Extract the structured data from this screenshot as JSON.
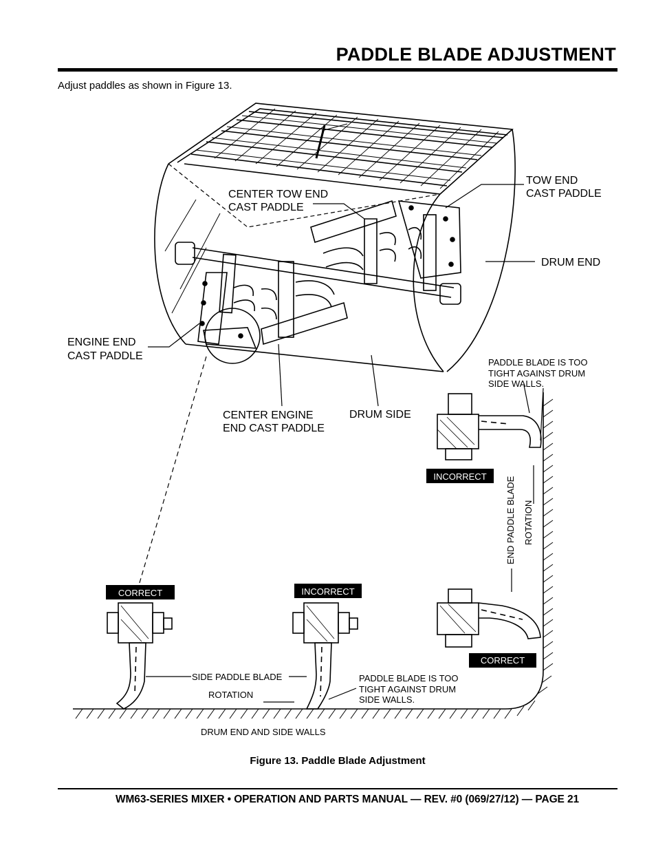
{
  "header": {
    "title": "PADDLE BLADE ADJUSTMENT"
  },
  "intro": "Adjust paddles as shown in Figure 13.",
  "figure": {
    "labels": {
      "center_tow_end_line1": "CENTER TOW END",
      "center_tow_end_line2": "CAST PADDLE",
      "tow_end_line1": "TOW END",
      "tow_end_line2": "CAST PADDLE",
      "drum_end": "DRUM END",
      "engine_end_line1": "ENGINE END",
      "engine_end_line2": "CAST PADDLE",
      "center_engine_line1": "CENTER ENGINE",
      "center_engine_line2": "END CAST PADDLE",
      "drum_side": "DRUM SIDE",
      "too_tight_top_line1": "PADDLE BLADE IS TOO",
      "too_tight_top_line2": "TIGHT AGAINST DRUM",
      "too_tight_top_line3": "SIDE WALLS.",
      "end_paddle_blade": "END PADDLE BLADE",
      "rotation_vertical": "ROTATION",
      "side_paddle_blade": "SIDE PADDLE BLADE",
      "rotation_horizontal": "ROTATION",
      "too_tight_bottom_line1": "PADDLE BLADE IS TOO",
      "too_tight_bottom_line2": "TIGHT AGAINST DRUM",
      "too_tight_bottom_line3": "SIDE WALLS.",
      "drum_end_side_walls": "DRUM END AND SIDE WALLS"
    },
    "tags": {
      "incorrect_top": "INCORRECT",
      "correct_right": "CORRECT",
      "correct_left": "CORRECT",
      "incorrect_middle": "INCORRECT"
    },
    "caption": "Figure 13. Paddle Blade Adjustment"
  },
  "footer": "WM63-SERIES MIXER • OPERATION AND PARTS MANUAL — REV. #0 (069/27/12) — PAGE 21"
}
